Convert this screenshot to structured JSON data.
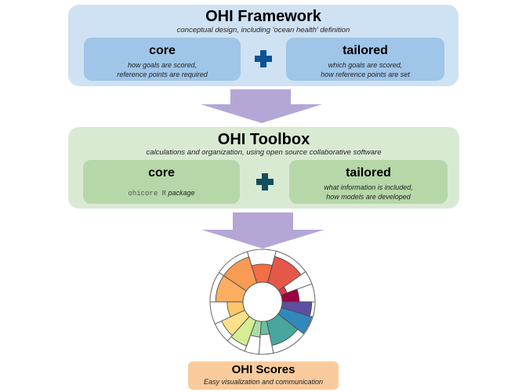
{
  "framework": {
    "title": "OHI Framework",
    "subtitle": "conceptual design, including 'ocean health' definition",
    "core": {
      "title": "core",
      "line1": "how goals are scored,",
      "line2": "reference points are required"
    },
    "tailored": {
      "title": "tailored",
      "line1": "which goals are scored,",
      "line2": "how reference points are set"
    },
    "plus_color": "#0b5394",
    "box_color": "#cfe2f3",
    "inner_color": "#9fc5e8"
  },
  "toolbox": {
    "title": "OHI Toolbox",
    "subtitle": "calculations and organization, using open source collaborative software",
    "core": {
      "title": "core",
      "code": "ohicore R",
      "suffix": " package"
    },
    "tailored": {
      "title": "tailored",
      "line1": "what information is included,",
      "line2": "how models are developed"
    },
    "plus_color": "#134f5c",
    "box_color": "#d9ead3",
    "inner_color": "#b6d7a8"
  },
  "arrow_color": "#b4a7d6",
  "scores": {
    "title": "OHI Scores",
    "subtitle": "Easy visualization and communication",
    "box_color": "#f9cb9c"
  },
  "flower": {
    "petals": [
      {
        "start": -17,
        "end": 15,
        "score": 0.55,
        "color": "#f46d43"
      },
      {
        "start": 15,
        "end": 55,
        "score": 0.83,
        "color": "#e4584a"
      },
      {
        "start": 55,
        "end": 70,
        "score": 0.2,
        "color": "#d53e4f"
      },
      {
        "start": 70,
        "end": 90,
        "score": 0.52,
        "color": "#9e0142"
      },
      {
        "start": 90,
        "end": 107,
        "score": 0.9,
        "color": "#5e4fa2"
      },
      {
        "start": 107,
        "end": 128,
        "score": 0.97,
        "color": "#3288bd"
      },
      {
        "start": 128,
        "end": 168,
        "score": 0.76,
        "color": "#48a5a0"
      },
      {
        "start": 168,
        "end": 184,
        "score": 0.4,
        "color": "#66c2a5"
      },
      {
        "start": 184,
        "end": 200,
        "score": 0.48,
        "color": "#abdda4"
      },
      {
        "start": 200,
        "end": 222,
        "score": 0.83,
        "color": "#d5ee94"
      },
      {
        "start": 222,
        "end": 245,
        "score": 0.78,
        "color": "#fee08b"
      },
      {
        "start": 245,
        "end": 270,
        "score": 0.48,
        "color": "#fdc66a"
      },
      {
        "start": 270,
        "end": 304,
        "score": 0.83,
        "color": "#fdae61"
      },
      {
        "start": 304,
        "end": 343,
        "score": 0.83,
        "color": "#f99a55"
      }
    ]
  }
}
